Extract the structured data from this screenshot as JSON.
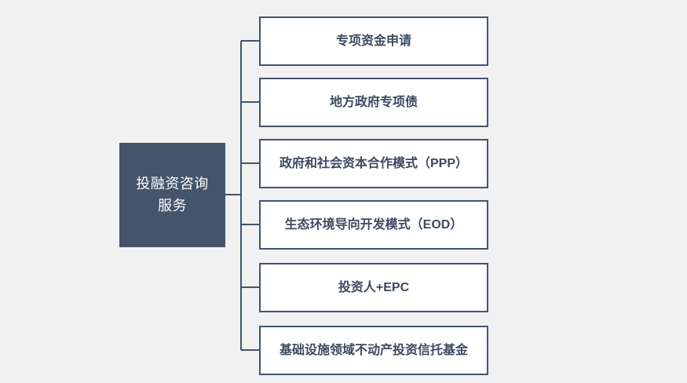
{
  "diagram": {
    "type": "tree-chart",
    "background_color": "#f1f1f1",
    "accent_color": "#44546a",
    "line_color": "#44546a",
    "root": {
      "label": "投融资咨询\n服务",
      "fill_color": "#44546a",
      "text_color": "#ffffff"
    },
    "branches": [
      {
        "label": "专项资金申请"
      },
      {
        "label": "地方政府专项债"
      },
      {
        "label": "政府和社会资本合作模式（PPP）"
      },
      {
        "label": "生态环境导向开发模式（EOD）"
      },
      {
        "label": "投资人+EPC"
      },
      {
        "label": "基础设施领域不动产投资信托基金"
      }
    ]
  }
}
